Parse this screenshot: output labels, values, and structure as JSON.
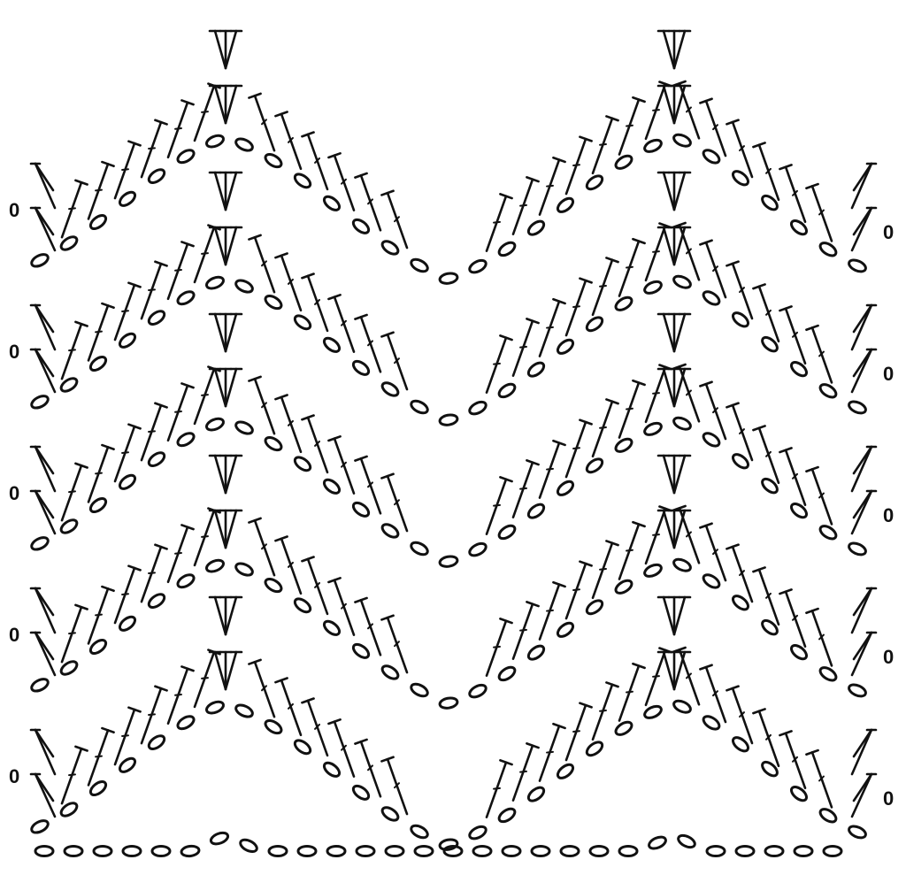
{
  "diagram": {
    "type": "crochet-chart",
    "pattern": "ripple / chevron",
    "repeats_visible": 2,
    "rows_drawn": 10,
    "row_markers": [
      "0",
      "0",
      "0",
      "0",
      "0",
      "0",
      "0",
      "0",
      "0",
      "0"
    ],
    "symbols": {
      "chain": "chain-oval",
      "treble": "treble-stitch",
      "treble_fan_peak": "treble-fan-peak",
      "treble_decrease": "treble-decrease"
    },
    "colors": {
      "ink": "#111111",
      "background": "#ffffff"
    }
  }
}
